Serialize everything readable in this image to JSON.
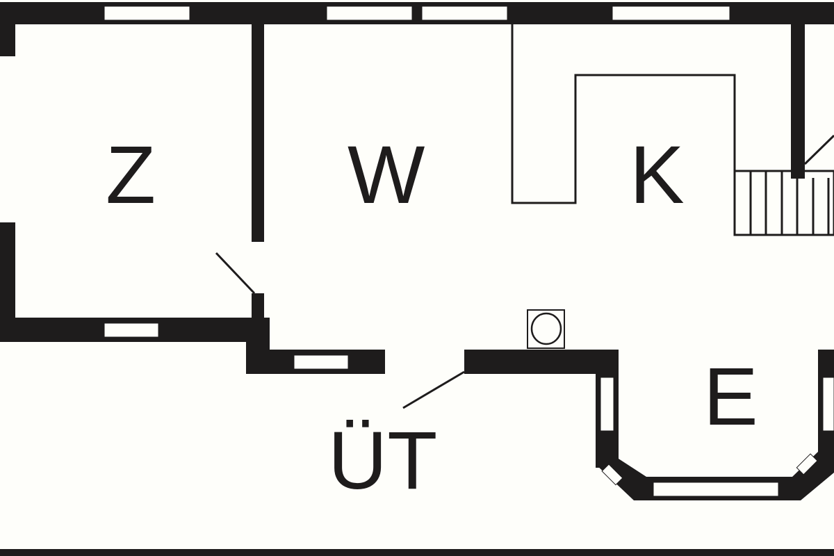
{
  "plan": {
    "rooms": [
      {
        "id": "z",
        "label": "Z"
      },
      {
        "id": "w",
        "label": "W"
      },
      {
        "id": "k",
        "label": "K"
      },
      {
        "id": "e",
        "label": "E"
      },
      {
        "id": "ut",
        "label": "ÜT"
      }
    ],
    "colors": {
      "wall": "#1e1c1c",
      "background": "#fefefa"
    }
  }
}
